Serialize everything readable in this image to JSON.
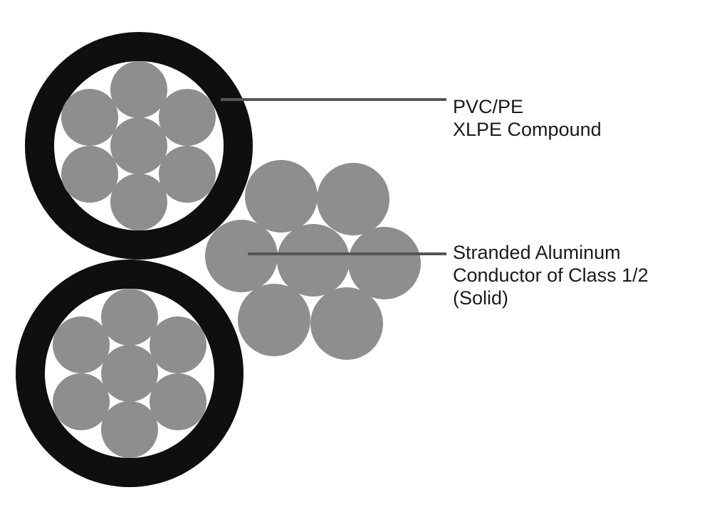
{
  "colors": {
    "background": "#ffffff",
    "insulation": "#0f0f0f",
    "strand": "#8f8e8f",
    "leader_line": "#555555",
    "text": "#1a1a1a"
  },
  "callouts": {
    "insulation": {
      "line1": "PVC/PE",
      "line2": "XLPE Compound"
    },
    "conductor": {
      "line1": "Stranded Aluminum",
      "line2": "Conductor of Class 1/2",
      "line3": "(Solid)"
    }
  }
}
